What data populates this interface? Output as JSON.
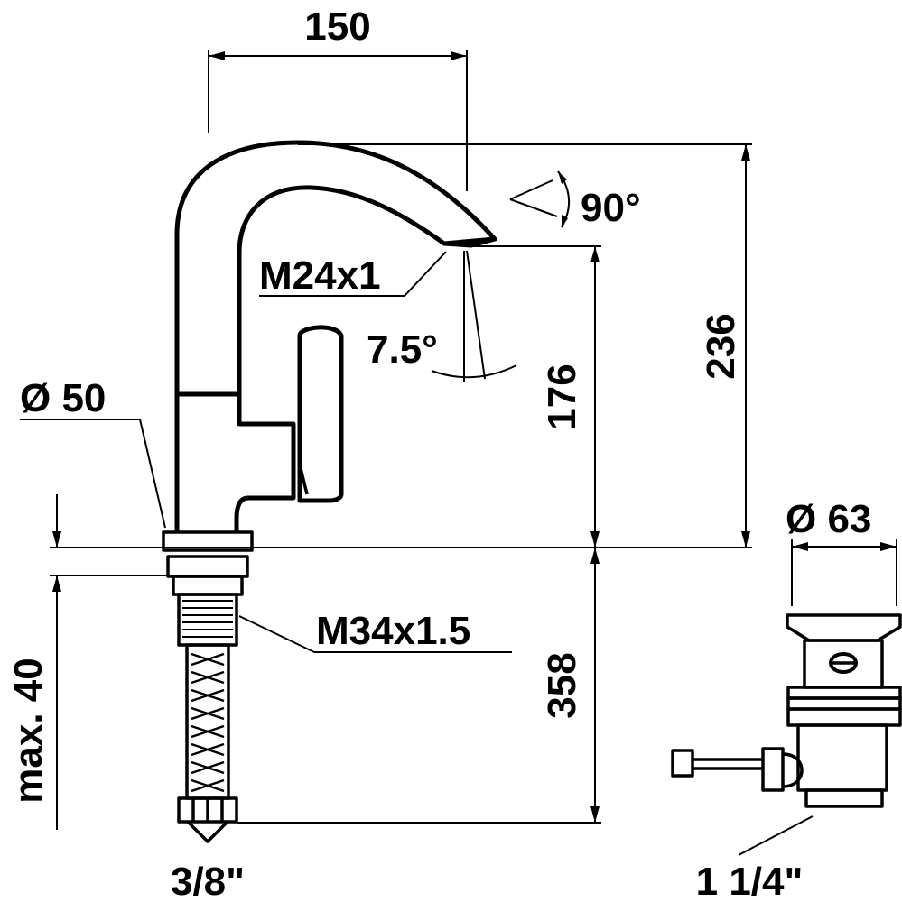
{
  "dimensions": {
    "spout_reach": "150",
    "swivel_angle": "90°",
    "aerator_thread": "M24x1",
    "outlet_angle": "7.5°",
    "outlet_height": "176",
    "total_height": "236",
    "base_diameter": "Ø 50",
    "mounting_thread": "M34x1.5",
    "mounting_length": "358",
    "max_deck_thickness": "max. 40",
    "hose_connection": "3/8\"",
    "waste_diameter": "Ø 63",
    "waste_connection": "1 1/4\""
  }
}
